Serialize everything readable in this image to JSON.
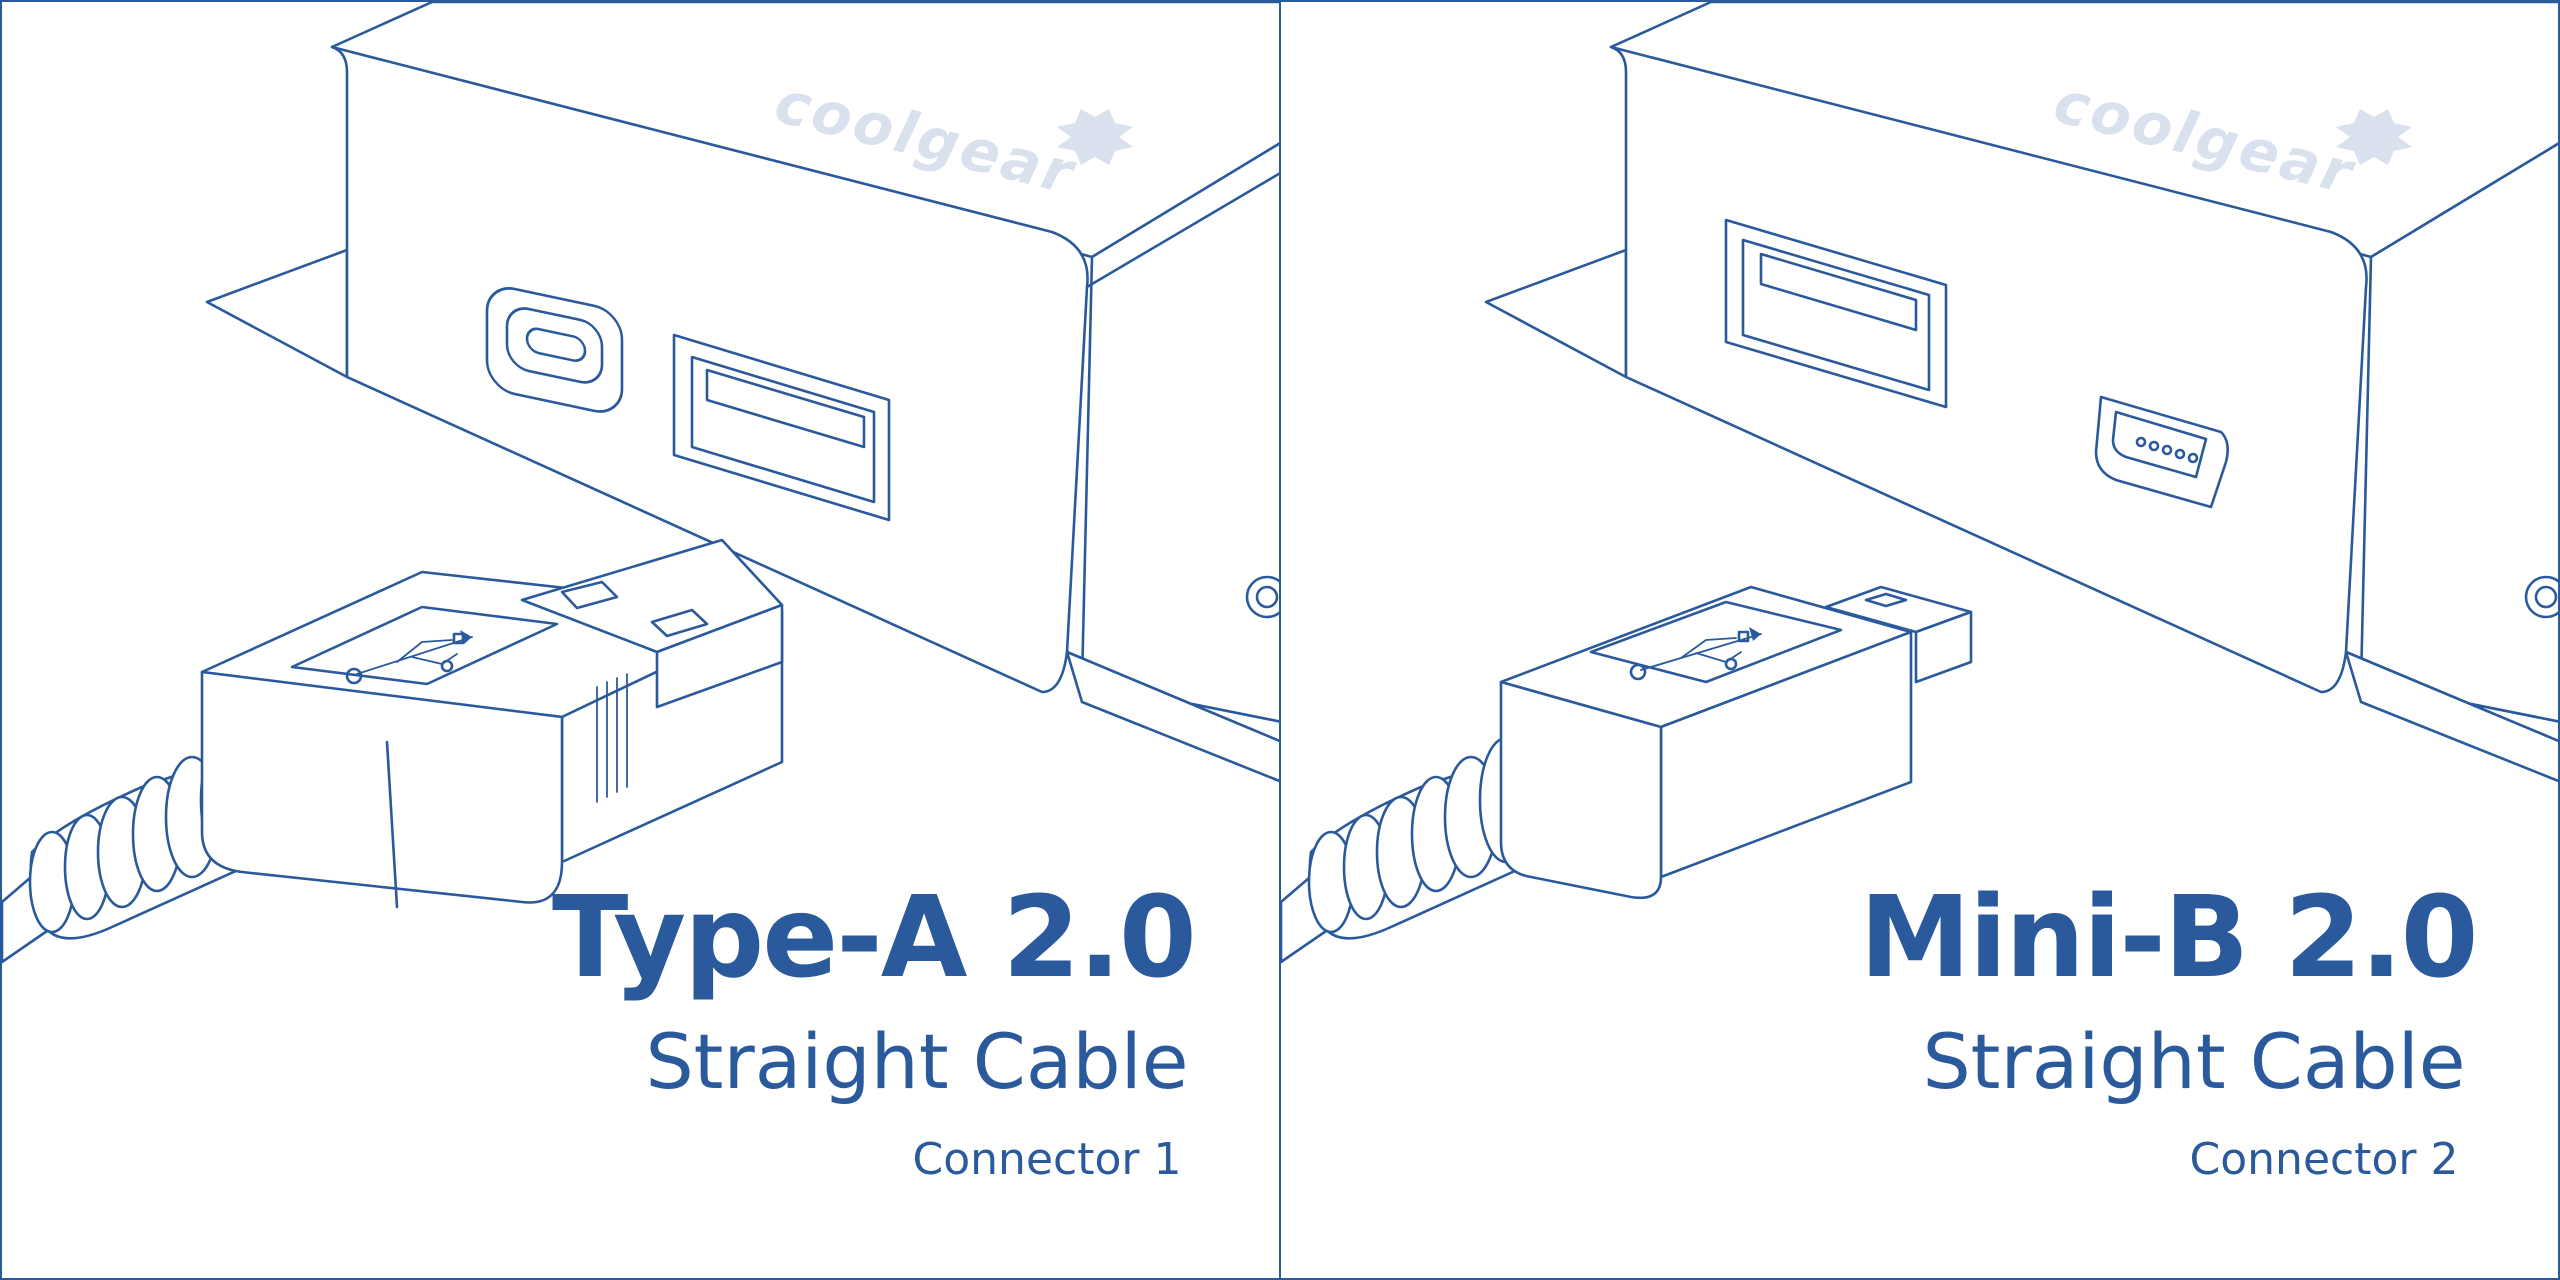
{
  "brand": {
    "logo_text": "coolgear",
    "logo_icon": "gear-icon"
  },
  "colors": {
    "accent": "#2b5a9c",
    "logo": "#d9e1ee",
    "background": "#ffffff"
  },
  "panels": [
    {
      "title": "Type-A 2.0",
      "subtitle": "Straight Cable",
      "connector": "Connector 1",
      "plug_icon": "usb-type-a-plug-icon",
      "symbol_icon": "usb-symbol-icon"
    },
    {
      "title": "Mini-B 2.0",
      "subtitle": "Straight Cable",
      "connector": "Connector 2",
      "plug_icon": "usb-mini-b-plug-icon",
      "symbol_icon": "usb-symbol-icon"
    }
  ]
}
